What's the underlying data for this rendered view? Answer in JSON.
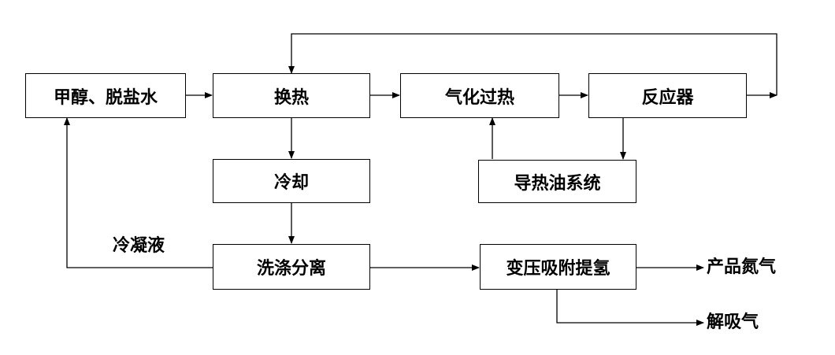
{
  "nodes": {
    "raw_material": "甲醇、脱盐水",
    "heat_exchange": "换热",
    "vaporization": "气化过热",
    "reactor": "反应器",
    "cooling": "冷却",
    "heat_oil_system": "导热油系统",
    "wash_separation": "洗涤分离",
    "psa": "变压吸附提氢"
  },
  "labels": {
    "condensate": "冷凝液",
    "product_gas": "产品氮气",
    "desorption_gas": "解吸气"
  }
}
